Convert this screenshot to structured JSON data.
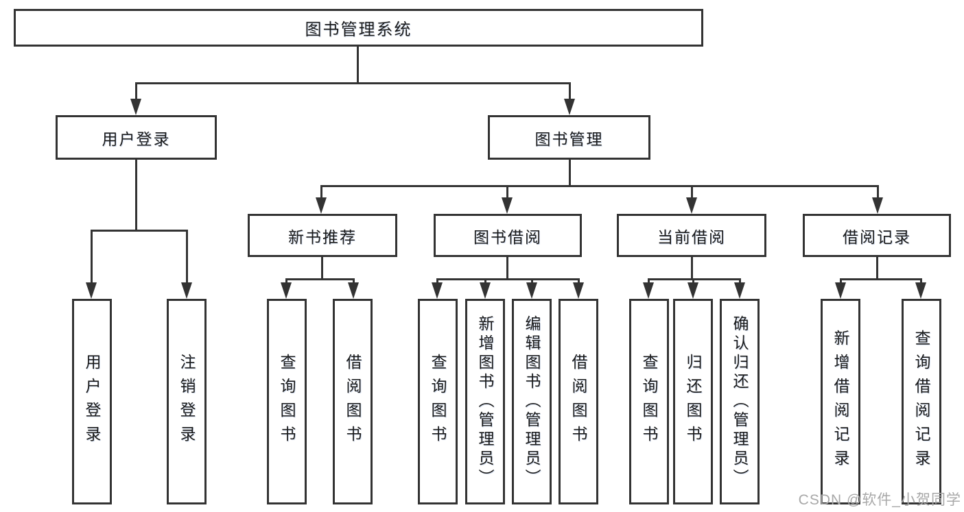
{
  "diagram": {
    "root_label": "图书管理系统",
    "level2": [
      {
        "label": "用户登录",
        "children": [
          "用户登录",
          "注销登录"
        ]
      },
      {
        "label": "图书管理",
        "groups": [
          {
            "label": "新书推荐",
            "children": [
              "查询图书",
              "借阅图书"
            ]
          },
          {
            "label": "图书借阅",
            "children": [
              "查询图书",
              "新增图书（管理员）",
              "编辑图书（管理员）",
              "借阅图书"
            ]
          },
          {
            "label": "当前借阅",
            "children": [
              "查询图书",
              "归还图书",
              "确认归还（管理员）"
            ]
          },
          {
            "label": "借阅记录",
            "children": [
              "新增借阅记录",
              "查询借阅记录"
            ]
          }
        ]
      }
    ]
  },
  "watermark": {
    "text": "CSDN @软件_小贺同学"
  },
  "colors": {
    "line": "#333333",
    "box_border": "#333333",
    "text": "#1a1a1a",
    "background": "#ffffff",
    "watermark": "#a8a8a8"
  }
}
